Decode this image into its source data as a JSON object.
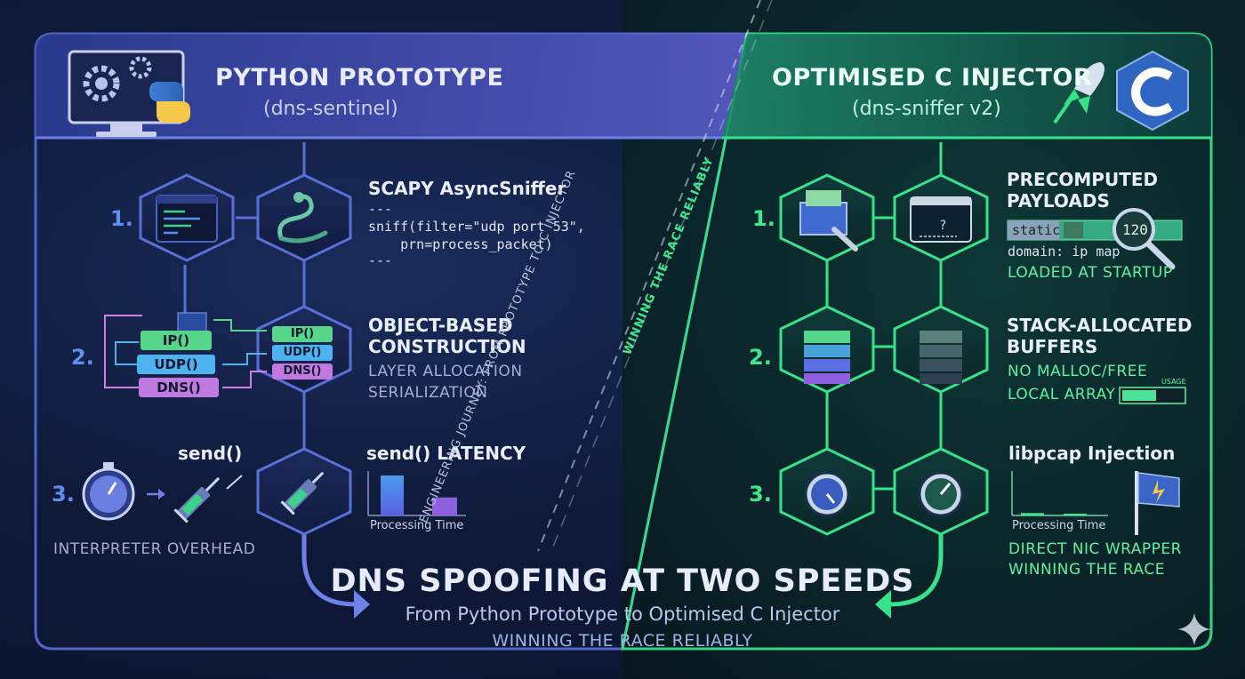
{
  "left": {
    "title": "PYTHON PROTOTYPE",
    "subtitle": "(dns-sentinel)",
    "steps": [
      {
        "num": "1.",
        "heading": "SCAPY AsyncSniffer",
        "code": [
          "---",
          "sniff(filter=\"udp port 53\",",
          "    prn=process_packet)",
          "---"
        ]
      },
      {
        "num": "2.",
        "heading": [
          "OBJECT-BASED",
          "CONSTRUCTION"
        ],
        "notes": [
          "LAYER ALLOCATION",
          "SERIALIZATION"
        ],
        "layers": [
          "IP()",
          "UDP()",
          "DNS()"
        ]
      },
      {
        "num": "3.",
        "call": "send()",
        "heading": "send() LATENCY",
        "chart_label": "Processing Time",
        "caption": "INTERPRETER OVERHEAD"
      }
    ]
  },
  "right": {
    "title": "OPTIMISED C INJECTOR",
    "subtitle": "(dns-sniffer v2)",
    "steps": [
      {
        "num": "1.",
        "heading": [
          "PRECOMPUTED",
          "PAYLOADS"
        ],
        "bar_label": "static",
        "bar_value": "120",
        "map_label": "domain: ip map",
        "note": "LOADED AT STARTUP"
      },
      {
        "num": "2.",
        "heading": [
          "STACK-ALLOCATED",
          "BUFFERS"
        ],
        "notes": [
          "NO MALLOC/FREE",
          "LOCAL ARRAY"
        ],
        "usage_label": "USAGE"
      },
      {
        "num": "3.",
        "heading": "libpcap Injection",
        "chart_label": "Processing Time",
        "notes": [
          "DIRECT NIC WRAPPER",
          "WINNING THE RACE"
        ]
      }
    ]
  },
  "divider": {
    "line1": "ENGINEERING JOURNEY: FROM PROTOTYPE TO C INJECTOR",
    "line2": "WINNING THE RACE RELIABLY"
  },
  "footer": {
    "title": "DNS SPOOFING AT TWO SPEEDS",
    "subtitle": "From Python Prototype to Optimised C Injector",
    "tagline": "WINNING THE RACE RELIABLY"
  },
  "colors": {
    "left_accent": "#5b6fd8",
    "right_accent": "#34e38a",
    "python_blue": "#3d7dd8",
    "python_yellow": "#f4c94a"
  },
  "latency_bars": {
    "python": [
      1.0,
      0.45
    ],
    "c": [
      0.06,
      0.04
    ]
  }
}
